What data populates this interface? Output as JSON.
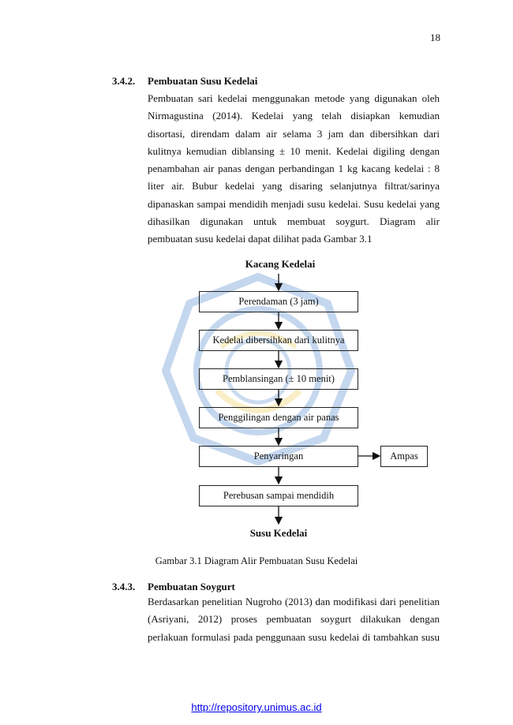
{
  "page_number": "18",
  "section_342": {
    "number": "3.4.2.",
    "title": "Pembuatan Susu Kedelai",
    "paragraph": "Pembuatan sari kedelai menggunakan metode yang digunakan oleh Nirmagustina (2014). Kedelai yang telah disiapkan kemudian disortasi, direndam dalam air selama 3 jam dan dibersihkan dari kulitnya kemudian diblansing ± 10 menit. Kedelai digiling dengan penambahan air panas dengan perbandingan 1 kg kacang kedelai : 8 liter air. Bubur kedelai yang disaring selanjutnya filtrat/sarinya dipanaskan sampai mendidih menjadi susu kedelai. Susu kedelai yang dihasilkan digunakan untuk membuat soygurt. Diagram alir pembuatan susu kedelai dapat dilihat pada Gambar 3.1"
  },
  "flowchart": {
    "start": "Kacang Kedelai",
    "steps": [
      "Perendaman (3 jam)",
      "Kedelai dibersihkan dari kulitnya",
      "Pemblansingan (± 10 menit)",
      "Penggilingan dengan air panas",
      "Penyaringan",
      "Perebusan sampai mendidih"
    ],
    "side_output": "Ampas",
    "end": "Susu Kedelai",
    "caption": "Gambar 3.1 Diagram Alir Pembuatan Susu Kedelai"
  },
  "section_343": {
    "number": "3.4.3.",
    "title": "Pembuatan Soygurt",
    "lines": [
      "Berdasarkan penelitian Nugroho (2013) dan modifikasi dari penelitian",
      "(Asriyani, 2012) proses pembuatan soygurt dilakukan dengan",
      "perlakuan formulasi pada penggunaan susu kedelai di tambahkan susu"
    ]
  },
  "footer": {
    "url": "http://repository.unimus.ac.id",
    "link_color": "#0000ee"
  }
}
